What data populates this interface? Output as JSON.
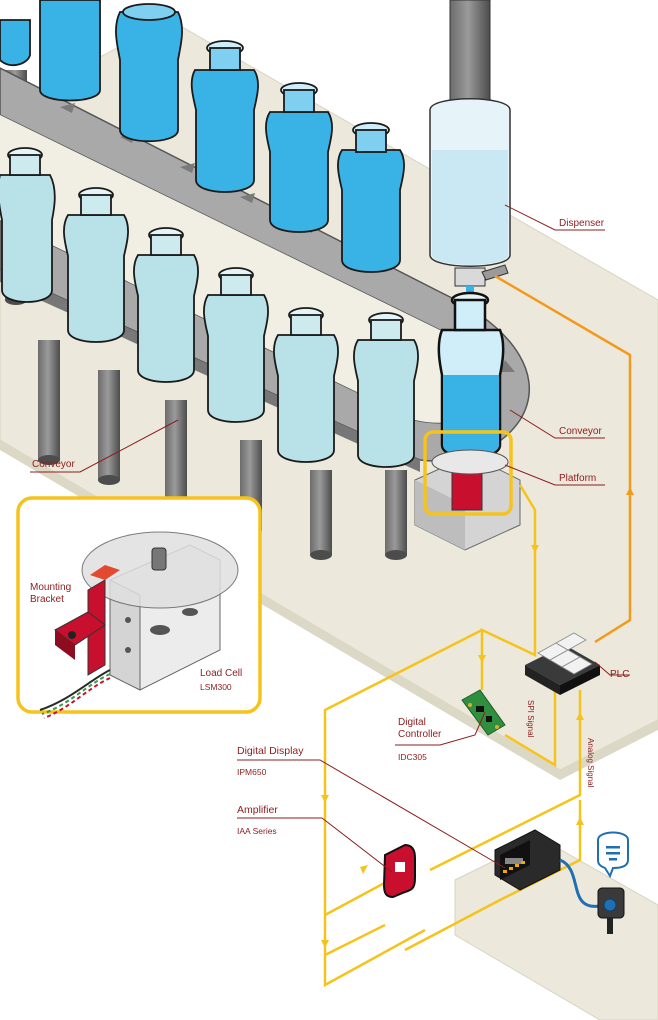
{
  "labels": {
    "dispenser": "Dispenser",
    "conveyor_right": "Conveyor",
    "conveyor_left": "Conveyor",
    "platform": "Platform",
    "mounting_bracket_line1": "Mounting",
    "mounting_bracket_line2": "Bracket",
    "load_cell": "Load Cell",
    "load_cell_model": "LSM300",
    "plc": "PLC",
    "digital_controller_line1": "Digital",
    "digital_controller_line2": "Controller",
    "digital_controller_model": "IDC305",
    "digital_display": "Digital Display",
    "digital_display_model": "IPM650",
    "amplifier": "Amplifier",
    "amplifier_model": "IAA Series",
    "spi_signal": "SPI Signal",
    "analog_signal": "Analog Signal"
  },
  "colors": {
    "signal_yellow": "#f5c31b",
    "signal_orange": "#f29a1d",
    "leader_red": "#8c1d1d",
    "bottle_blue": "#39b3e6",
    "bottle_light": "#b9e2e8",
    "bracket_red": "#c8102e",
    "floor": "#ece9dc"
  }
}
